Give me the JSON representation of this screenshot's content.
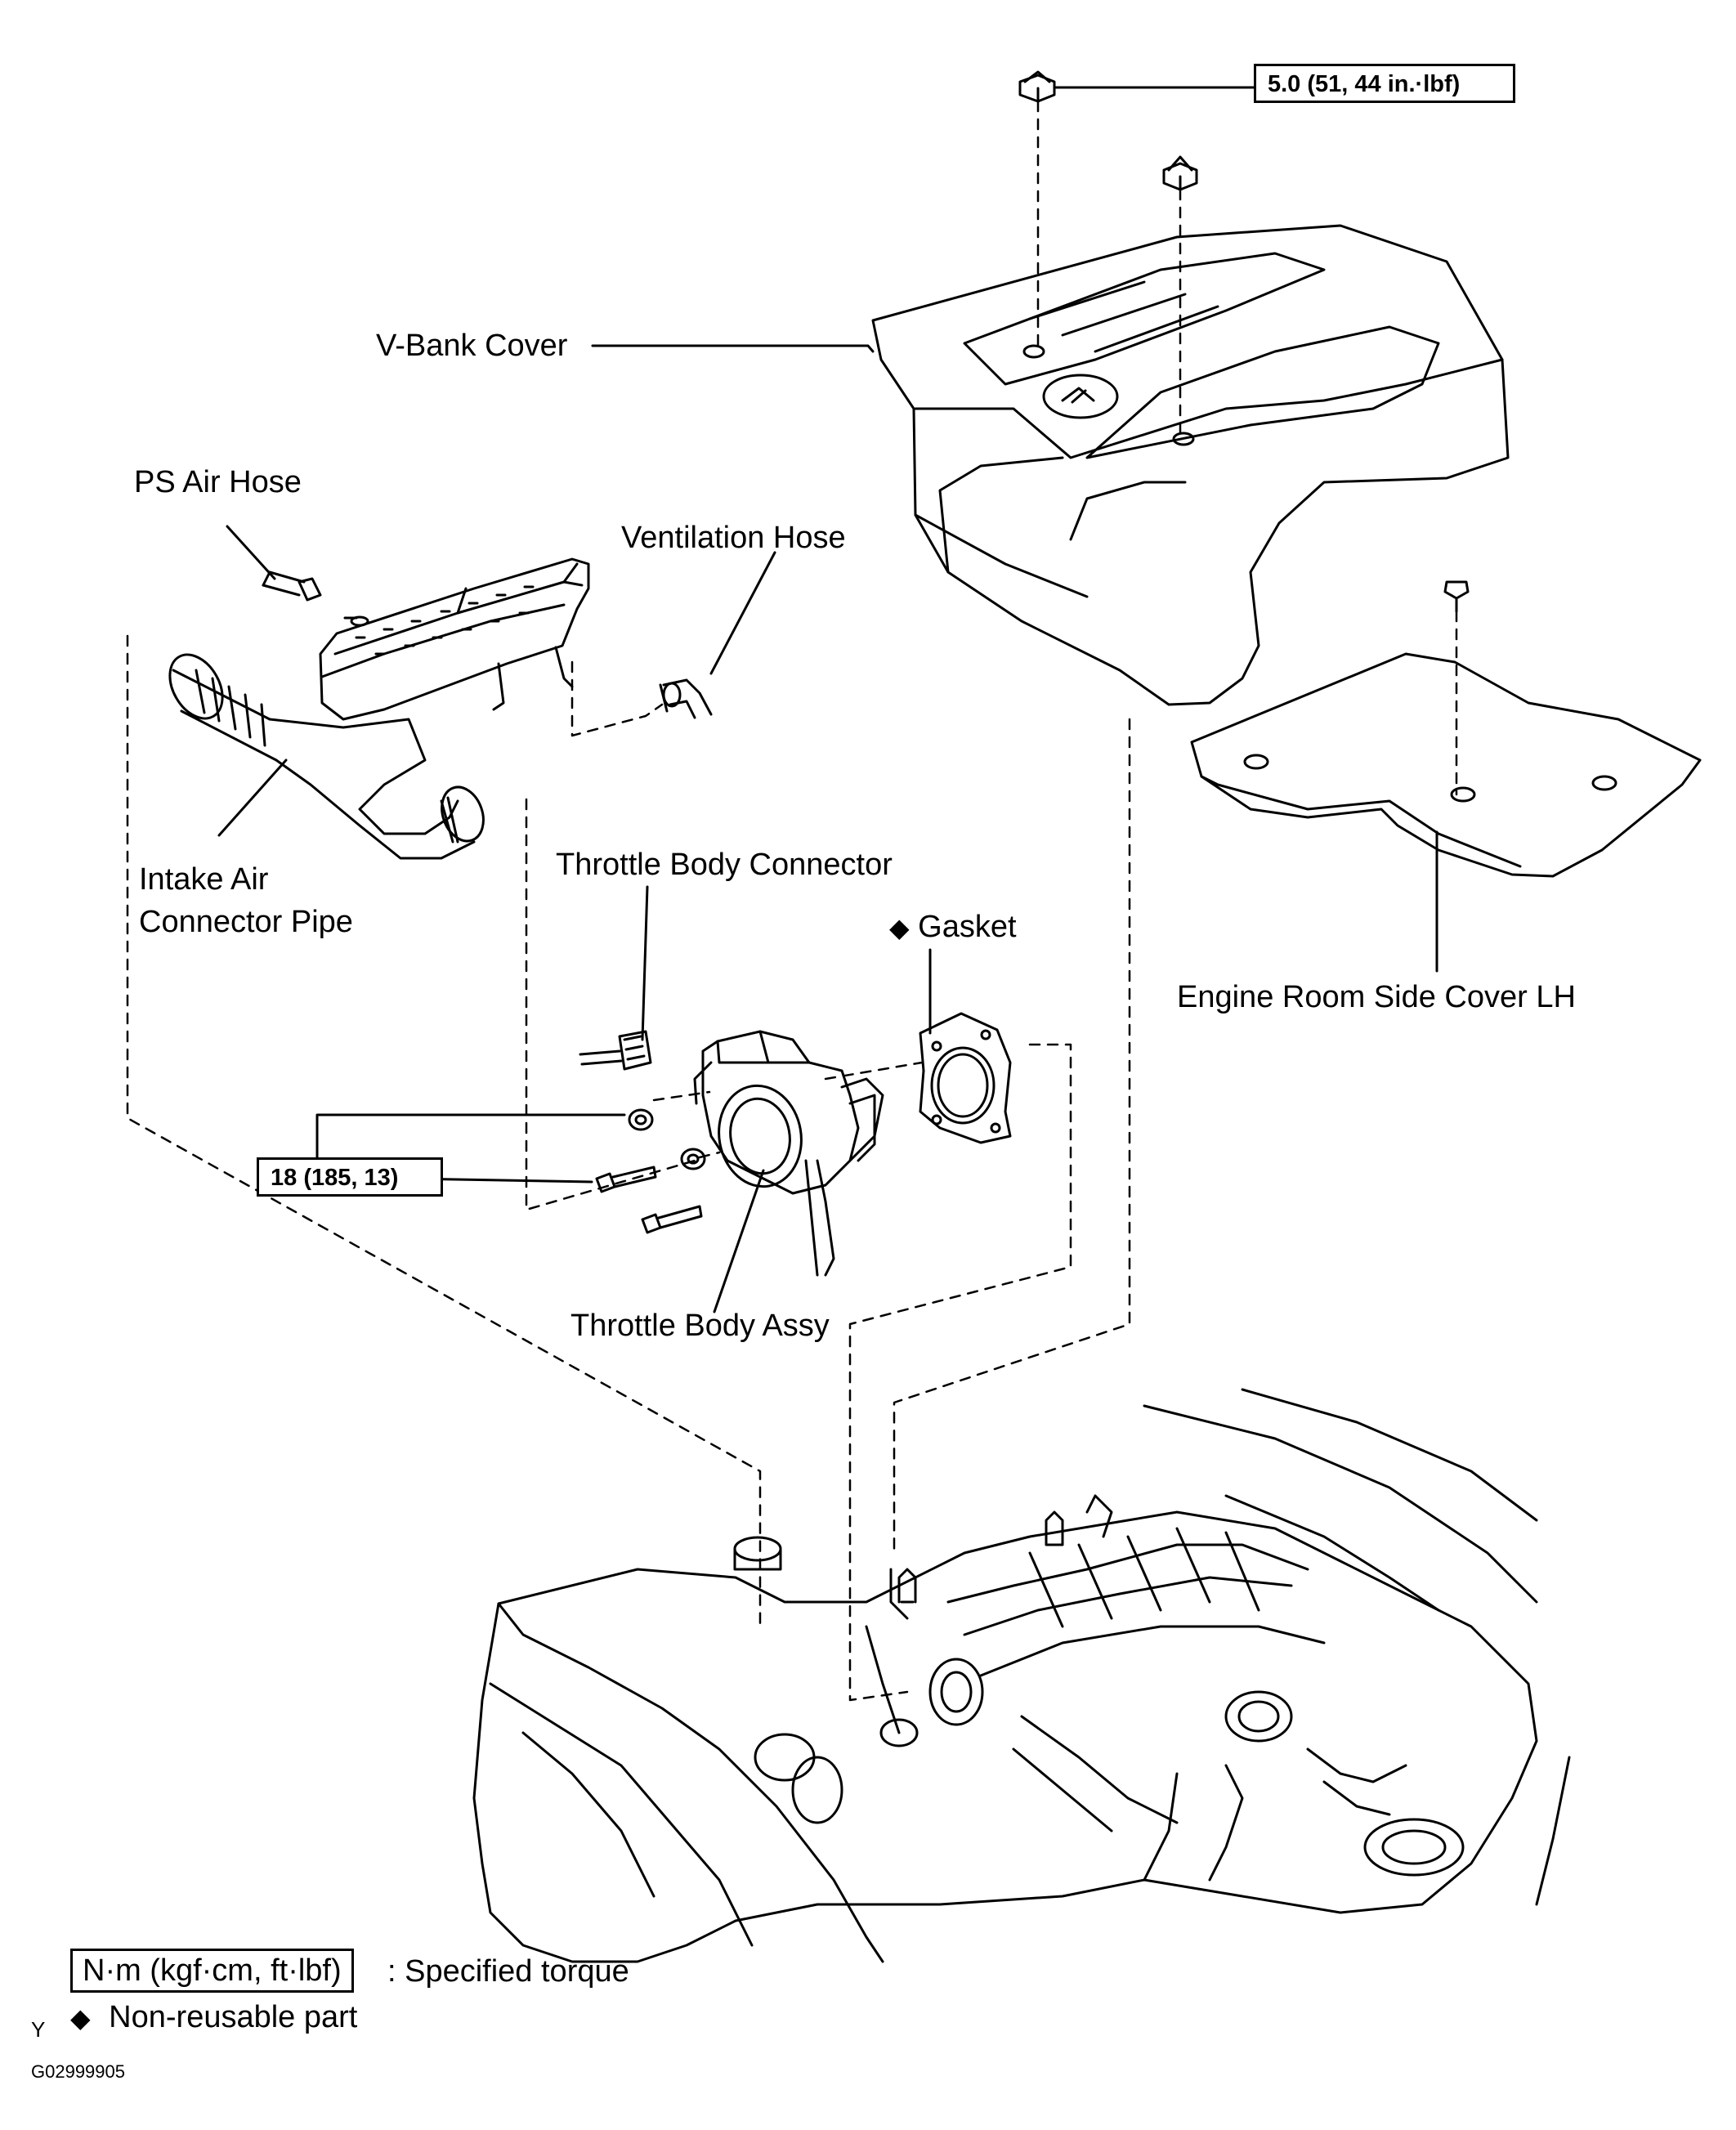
{
  "labels": {
    "v_bank_cover": "V-Bank  Cover",
    "ps_air_hose": "PS Air Hose",
    "ventilation_hose": "Ventilation Hose",
    "intake_air_line1": "Intake Air",
    "intake_air_line2": "Connector Pipe",
    "throttle_body_connector": "Throttle Body Connector",
    "gasket": "Gasket",
    "engine_room_side_cover": "Engine Room Side Cover LH",
    "throttle_body_assy": "Throttle Body Assy"
  },
  "torques": {
    "v_bank_nut": "5.0 (51, 44 in.·lbf)",
    "throttle_body": "18 (185, 13)"
  },
  "legend": {
    "torque_unit": "N·m (kgf·cm, ft·lbf)",
    "torque_desc": ": Specified torque",
    "nonreusable_desc": "Non-reusable part"
  },
  "symbols": {
    "nonreusable": "◆"
  },
  "footer": {
    "corner_mark": "Y",
    "figure_code": "G02999905"
  }
}
